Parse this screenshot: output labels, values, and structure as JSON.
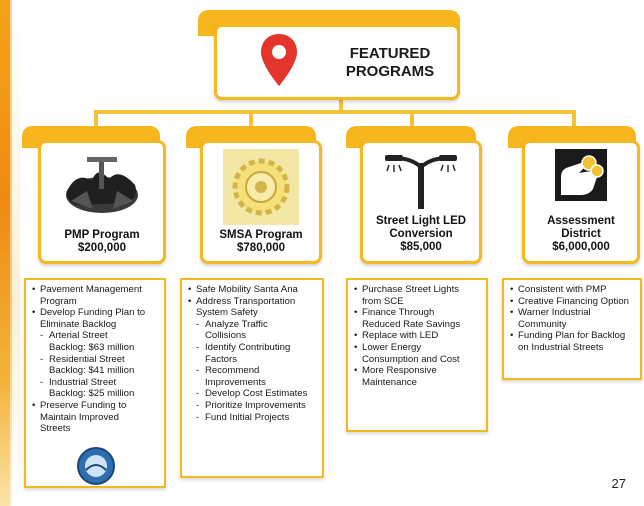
{
  "title": {
    "line1": "FEATURED",
    "line2": "PROGRAMS",
    "icon": "map-pin-icon"
  },
  "programs": [
    {
      "name_line1": "PMP Program",
      "name_line2": "",
      "amount": "$200,000",
      "icon": "road-seal-icon",
      "items": [
        {
          "kind": "b",
          "text": "Pavement Management"
        },
        {
          "kind": "c",
          "text": "Program"
        },
        {
          "kind": "b",
          "text": "Develop Funding Plan to"
        },
        {
          "kind": "c",
          "text": "Eliminate Backlog"
        },
        {
          "kind": "s",
          "text": "Arterial Street"
        },
        {
          "kind": "sc",
          "text": "Backlog: $63 million"
        },
        {
          "kind": "s",
          "text": "Residential Street"
        },
        {
          "kind": "sc",
          "text": "Backlog: $41 million"
        },
        {
          "kind": "s",
          "text": "Industrial Street"
        },
        {
          "kind": "sc",
          "text": "Backlog:  $25 million"
        },
        {
          "kind": "b",
          "text": "Preserve Funding to"
        },
        {
          "kind": "c",
          "text": "Maintain Improved"
        },
        {
          "kind": "c",
          "text": "Streets"
        }
      ]
    },
    {
      "name_line1": "SMSA Program",
      "name_line2": "",
      "amount": "$780,000",
      "icon": "gear-seal-icon",
      "items": [
        {
          "kind": "b",
          "text": "Safe Mobility Santa Ana"
        },
        {
          "kind": "b",
          "text": "Address Transportation"
        },
        {
          "kind": "c",
          "text": "System Safety"
        },
        {
          "kind": "s",
          "text": "Analyze Traffic"
        },
        {
          "kind": "sc",
          "text": "Collisions"
        },
        {
          "kind": "s",
          "text": "Identify Contributing"
        },
        {
          "kind": "sc",
          "text": "Factors"
        },
        {
          "kind": "s",
          "text": "Recommend"
        },
        {
          "kind": "sc",
          "text": "Improvements"
        },
        {
          "kind": "s",
          "text": "Develop Cost Estimates"
        },
        {
          "kind": "s",
          "text": "Prioritize Improvements"
        },
        {
          "kind": "s",
          "text": "Fund Initial Projects"
        }
      ]
    },
    {
      "name_line1": "Street Light LED",
      "name_line2": "Conversion",
      "amount": "$85,000",
      "icon": "street-light-icon",
      "items": [
        {
          "kind": "b",
          "text": "Purchase Street Lights"
        },
        {
          "kind": "c",
          "text": "from SCE"
        },
        {
          "kind": "b",
          "text": "Finance Through"
        },
        {
          "kind": "c",
          "text": "Reduced Rate Savings"
        },
        {
          "kind": "b",
          "text": "Replace with LED"
        },
        {
          "kind": "b",
          "text": "Lower Energy"
        },
        {
          "kind": "c",
          "text": "Consumption and Cost"
        },
        {
          "kind": "b",
          "text": "More Responsive"
        },
        {
          "kind": "c",
          "text": "Maintenance"
        }
      ]
    },
    {
      "name_line1": "Assessment",
      "name_line2": "District",
      "amount": "$6,000,000",
      "icon": "hand-coin-icon",
      "items": [
        {
          "kind": "b",
          "text": "Consistent with PMP"
        },
        {
          "kind": "b",
          "text": "Creative Financing Option"
        },
        {
          "kind": "b",
          "text": "Warner Industrial"
        },
        {
          "kind": "c",
          "text": "Community"
        },
        {
          "kind": "b",
          "text": "Funding Plan for Backlog"
        },
        {
          "kind": "c",
          "text": "on Industrial Streets"
        }
      ]
    }
  ],
  "page_number": "27"
}
